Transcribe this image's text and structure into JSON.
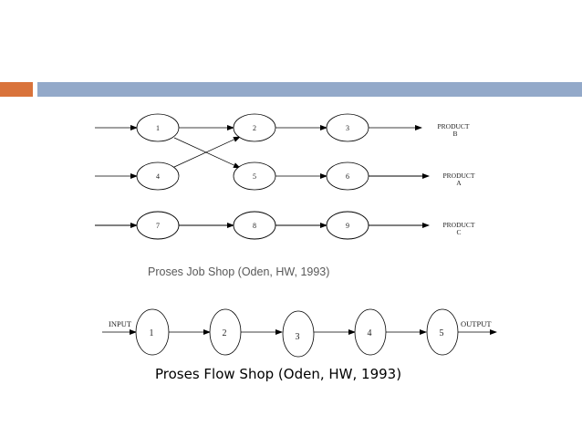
{
  "colors": {
    "accent_bar": "#d9733b",
    "main_bar": "#93a9c9",
    "line": "#000000"
  },
  "job_shop": {
    "caption": "Proses Job Shop (Oden, HW, 1993)",
    "nodes": [
      "1",
      "2",
      "3",
      "4",
      "5",
      "6",
      "7",
      "8",
      "9"
    ],
    "products": [
      {
        "line1": "PRODUCT",
        "line2": "B"
      },
      {
        "line1": "PRODUCT",
        "line2": "A"
      },
      {
        "line1": "PRODUCT",
        "line2": "C"
      }
    ]
  },
  "flow_shop": {
    "caption": "Proses Flow Shop (Oden, HW, 1993)",
    "input_label": "INPUT",
    "output_label": "OUTPUT",
    "nodes": [
      "1",
      "2",
      "3",
      "4",
      "5"
    ]
  }
}
